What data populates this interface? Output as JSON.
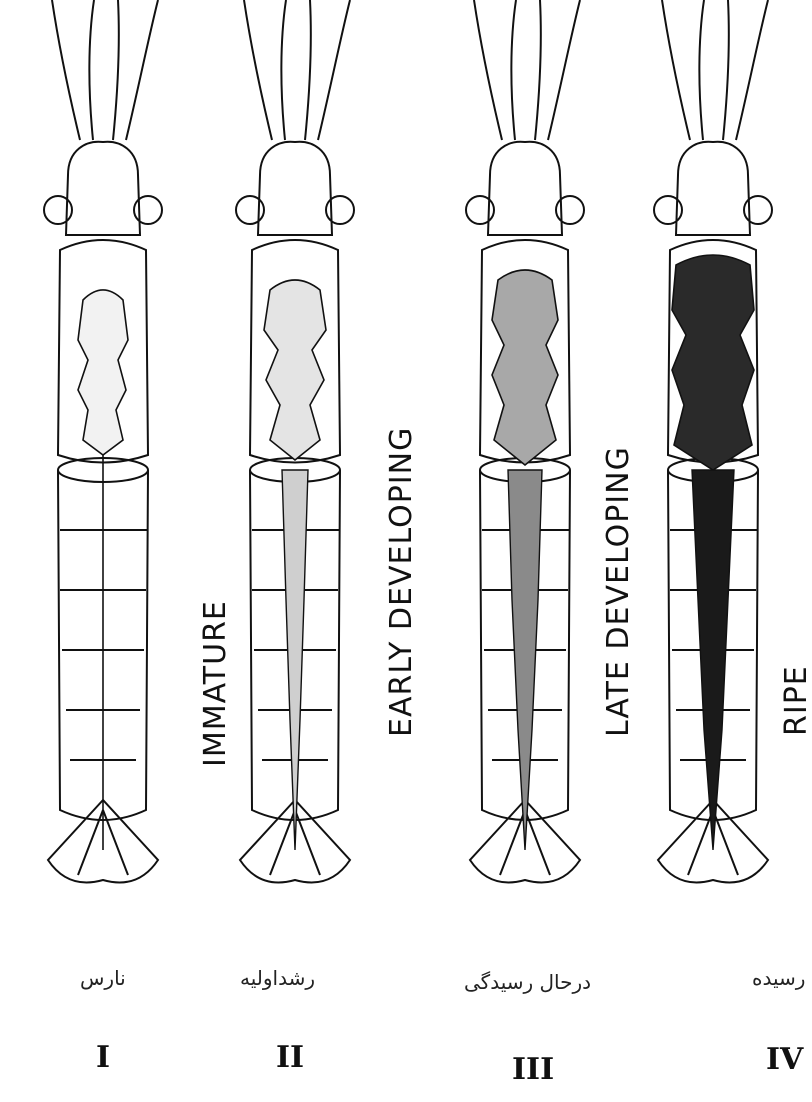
{
  "stages": [
    {
      "label": "IMMATURE",
      "persian": "نارس",
      "numeral": "I",
      "gonad_fill": "#f2f2f2",
      "gonad_density": 0.15
    },
    {
      "label": "EARLY DEVELOPING",
      "persian": "رشداولیه",
      "numeral": "II",
      "gonad_fill": "#e4e4e4",
      "gonad_density": 0.35
    },
    {
      "label": "LATE DEVELOPING",
      "persian": "درحال رسیدگی",
      "numeral": "III",
      "gonad_fill": "#a8a8a8",
      "gonad_density": 0.65
    },
    {
      "label": "RIPE",
      "persian": "رسیده",
      "numeral": "IV",
      "gonad_fill": "#2a2a2a",
      "gonad_density": 0.95
    }
  ],
  "colors": {
    "ink": "#111111",
    "background": "#ffffff"
  }
}
